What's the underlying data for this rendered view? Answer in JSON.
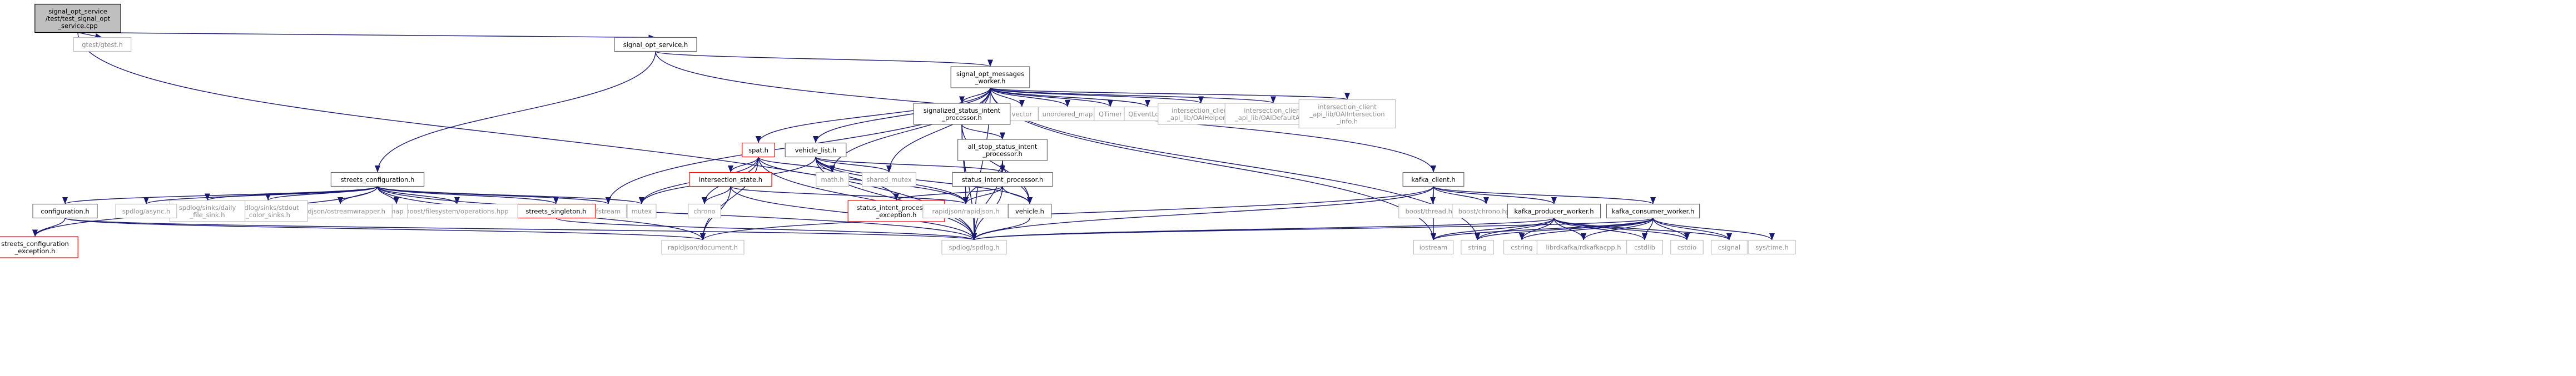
{
  "colors": {
    "node_border": "#666666",
    "node_border_gray": "#bfbfbf",
    "node_border_red": "#ff0000",
    "root_fill": "#bfbfbf",
    "root_border": "#000000",
    "text": "#000000",
    "text_gray": "#8c8c8c",
    "edge": "#191970"
  },
  "nodes": [
    {
      "id": "root",
      "lines": [
        "signal_opt_service",
        "/test/test_signal_opt",
        "_service.cpp"
      ],
      "style": "root"
    },
    {
      "id": "gtest",
      "lines": [
        "gtest/gtest.h"
      ],
      "style": "gray"
    },
    {
      "id": "sos",
      "lines": [
        "signal_opt_service.h"
      ],
      "style": "normal"
    },
    {
      "id": "somw",
      "lines": [
        "signal_opt_messages",
        "_worker.h"
      ],
      "style": "normal"
    },
    {
      "id": "sc",
      "lines": [
        "streets_configuration.h"
      ],
      "style": "normal"
    },
    {
      "id": "kc",
      "lines": [
        "kafka_client.h"
      ],
      "style": "normal"
    },
    {
      "id": "vector",
      "lines": [
        "vector"
      ],
      "style": "gray"
    },
    {
      "id": "umap",
      "lines": [
        "unordered_map"
      ],
      "style": "gray"
    },
    {
      "id": "qtimer",
      "lines": [
        "QTimer"
      ],
      "style": "gray"
    },
    {
      "id": "qel",
      "lines": [
        "QEventLoop"
      ],
      "style": "gray"
    },
    {
      "id": "ich",
      "lines": [
        "intersection_client",
        "_api_lib/OAIHelpers.h"
      ],
      "style": "gray"
    },
    {
      "id": "icd",
      "lines": [
        "intersection_client",
        "_api_lib/OAIDefaultApi.h"
      ],
      "style": "gray"
    },
    {
      "id": "ici",
      "lines": [
        "intersection_client",
        "_api_lib/OAIIntersection",
        "_info.h"
      ],
      "style": "gray"
    },
    {
      "id": "ssip",
      "lines": [
        "signalized_status_intent",
        "_processor.h"
      ],
      "style": "normal"
    },
    {
      "id": "asip",
      "lines": [
        "all_stop_status_intent",
        "_processor.h"
      ],
      "style": "normal"
    },
    {
      "id": "sip",
      "lines": [
        "status_intent_processor.h"
      ],
      "style": "normal"
    },
    {
      "id": "sipe",
      "lines": [
        "status_intent_processing",
        "_exception.h"
      ],
      "style": "red"
    },
    {
      "id": "vlist",
      "lines": [
        "vehicle_list.h"
      ],
      "style": "normal"
    },
    {
      "id": "spat",
      "lines": [
        "spat.h"
      ],
      "style": "red"
    },
    {
      "id": "is",
      "lines": [
        "intersection_state.h"
      ],
      "style": "red"
    },
    {
      "id": "mathh",
      "lines": [
        "math.h"
      ],
      "style": "gray"
    },
    {
      "id": "smutex",
      "lines": [
        "shared_mutex"
      ],
      "style": "gray"
    },
    {
      "id": "rj",
      "lines": [
        "rapidjson/rapidjson.h"
      ],
      "style": "gray"
    },
    {
      "id": "vh",
      "lines": [
        "vehicle.h"
      ],
      "style": "normal"
    },
    {
      "id": "chrono",
      "lines": [
        "chrono"
      ],
      "style": "gray"
    },
    {
      "id": "mutex",
      "lines": [
        "mutex"
      ],
      "style": "gray"
    },
    {
      "id": "fstream",
      "lines": [
        "fstream"
      ],
      "style": "gray"
    },
    {
      "id": "ss",
      "lines": [
        "streets_singleton.h"
      ],
      "style": "red"
    },
    {
      "id": "bfs",
      "lines": [
        "boost/filesystem/operations.hpp"
      ],
      "style": "gray"
    },
    {
      "id": "map",
      "lines": [
        "map"
      ],
      "style": "gray"
    },
    {
      "id": "rjosw",
      "lines": [
        "rapidjson/ostreamwrapper.h"
      ],
      "style": "gray"
    },
    {
      "id": "sdcs",
      "lines": [
        "spdlog/sinks/stdout",
        "_color_sinks.h"
      ],
      "style": "gray"
    },
    {
      "id": "sdfs",
      "lines": [
        "spdlog/sinks/daily",
        "_file_sink.h"
      ],
      "style": "gray"
    },
    {
      "id": "sasync",
      "lines": [
        "spdlog/async.h"
      ],
      "style": "gray"
    },
    {
      "id": "conf",
      "lines": [
        "configuration.h"
      ],
      "style": "normal"
    },
    {
      "id": "sce",
      "lines": [
        "streets_configuration",
        "_exception.h"
      ],
      "style": "red"
    },
    {
      "id": "rjdoc",
      "lines": [
        "rapidjson/document.h"
      ],
      "style": "gray"
    },
    {
      "id": "spd",
      "lines": [
        "spdlog/spdlog.h"
      ],
      "style": "gray"
    },
    {
      "id": "bth",
      "lines": [
        "boost/thread.hpp"
      ],
      "style": "gray"
    },
    {
      "id": "bch",
      "lines": [
        "boost/chrono.hpp"
      ],
      "style": "gray"
    },
    {
      "id": "kpw",
      "lines": [
        "kafka_producer_worker.h"
      ],
      "style": "normal"
    },
    {
      "id": "kcw",
      "lines": [
        "kafka_consumer_worker.h"
      ],
      "style": "normal"
    },
    {
      "id": "iostream",
      "lines": [
        "iostream"
      ],
      "style": "gray"
    },
    {
      "id": "string",
      "lines": [
        "string"
      ],
      "style": "gray"
    },
    {
      "id": "cstring",
      "lines": [
        "cstring"
      ],
      "style": "gray"
    },
    {
      "id": "lrk",
      "lines": [
        "librdkafka/rdkafkacpp.h"
      ],
      "style": "gray"
    },
    {
      "id": "cstdlib",
      "lines": [
        "cstdlib"
      ],
      "style": "gray"
    },
    {
      "id": "cstdio",
      "lines": [
        "cstdio"
      ],
      "style": "gray"
    },
    {
      "id": "csignal",
      "lines": [
        "csignal"
      ],
      "style": "gray"
    },
    {
      "id": "systime",
      "lines": [
        "sys/time.h"
      ],
      "style": "gray"
    }
  ],
  "edges": [
    [
      "root",
      "gtest"
    ],
    [
      "root",
      "sos"
    ],
    [
      "root",
      "spd"
    ],
    [
      "sos",
      "somw"
    ],
    [
      "sos",
      "sc"
    ],
    [
      "sos",
      "kc"
    ],
    [
      "somw",
      "vector"
    ],
    [
      "somw",
      "umap"
    ],
    [
      "somw",
      "qtimer"
    ],
    [
      "somw",
      "qel"
    ],
    [
      "somw",
      "ich"
    ],
    [
      "somw",
      "icd"
    ],
    [
      "somw",
      "ici"
    ],
    [
      "somw",
      "ssip"
    ],
    [
      "somw",
      "vlist"
    ],
    [
      "somw",
      "spat"
    ],
    [
      "somw",
      "mathh"
    ],
    [
      "somw",
      "smutex"
    ],
    [
      "somw",
      "fstream"
    ],
    [
      "somw",
      "spd"
    ],
    [
      "somw",
      "iostream"
    ],
    [
      "somw",
      "string"
    ],
    [
      "ssip",
      "asip"
    ],
    [
      "ssip",
      "rj"
    ],
    [
      "ssip",
      "spd"
    ],
    [
      "ssip",
      "vh"
    ],
    [
      "asip",
      "sip"
    ],
    [
      "asip",
      "rj"
    ],
    [
      "asip",
      "spd"
    ],
    [
      "asip",
      "vh"
    ],
    [
      "sip",
      "sipe"
    ],
    [
      "sip",
      "rj"
    ],
    [
      "sip",
      "vh"
    ],
    [
      "sip",
      "spd"
    ],
    [
      "vlist",
      "mathh"
    ],
    [
      "vlist",
      "smutex"
    ],
    [
      "vlist",
      "sip"
    ],
    [
      "vlist",
      "rj"
    ],
    [
      "vlist",
      "vh"
    ],
    [
      "vlist",
      "spd"
    ],
    [
      "vlist",
      "mutex"
    ],
    [
      "vlist",
      "sipe"
    ],
    [
      "spat",
      "is"
    ],
    [
      "spat",
      "mathh"
    ],
    [
      "spat",
      "rj"
    ],
    [
      "spat",
      "chrono"
    ],
    [
      "spat",
      "mutex"
    ],
    [
      "spat",
      "spd"
    ],
    [
      "spat",
      "rjdoc"
    ],
    [
      "is",
      "rj"
    ],
    [
      "is",
      "chrono"
    ],
    [
      "is",
      "spd"
    ],
    [
      "is",
      "rjdoc"
    ],
    [
      "vh",
      "spd"
    ],
    [
      "sc",
      "fstream"
    ],
    [
      "sc",
      "mutex"
    ],
    [
      "sc",
      "ss"
    ],
    [
      "sc",
      "bfs"
    ],
    [
      "sc",
      "map"
    ],
    [
      "sc",
      "rjosw"
    ],
    [
      "sc",
      "sdcs"
    ],
    [
      "sc",
      "sdfs"
    ],
    [
      "sc",
      "sasync"
    ],
    [
      "sc",
      "conf"
    ],
    [
      "sc",
      "sce"
    ],
    [
      "sc",
      "rjdoc"
    ],
    [
      "sc",
      "spd"
    ],
    [
      "ss",
      "spd"
    ],
    [
      "conf",
      "sce"
    ],
    [
      "conf",
      "rjdoc"
    ],
    [
      "conf",
      "spd"
    ],
    [
      "kc",
      "bth"
    ],
    [
      "kc",
      "bch"
    ],
    [
      "kc",
      "kpw"
    ],
    [
      "kc",
      "kcw"
    ],
    [
      "kc",
      "spd"
    ],
    [
      "kc",
      "rjdoc"
    ],
    [
      "kc",
      "iostream"
    ],
    [
      "kpw",
      "iostream"
    ],
    [
      "kpw",
      "string"
    ],
    [
      "kpw",
      "cstring"
    ],
    [
      "kpw",
      "lrk"
    ],
    [
      "kpw",
      "cstdlib"
    ],
    [
      "kpw",
      "cstdio"
    ],
    [
      "kpw",
      "csignal"
    ],
    [
      "kpw",
      "spd"
    ],
    [
      "kcw",
      "iostream"
    ],
    [
      "kcw",
      "string"
    ],
    [
      "kcw",
      "cstring"
    ],
    [
      "kcw",
      "lrk"
    ],
    [
      "kcw",
      "cstdlib"
    ],
    [
      "kcw",
      "cstdio"
    ],
    [
      "kcw",
      "csignal"
    ],
    [
      "kcw",
      "systime"
    ],
    [
      "kcw",
      "spd"
    ]
  ]
}
